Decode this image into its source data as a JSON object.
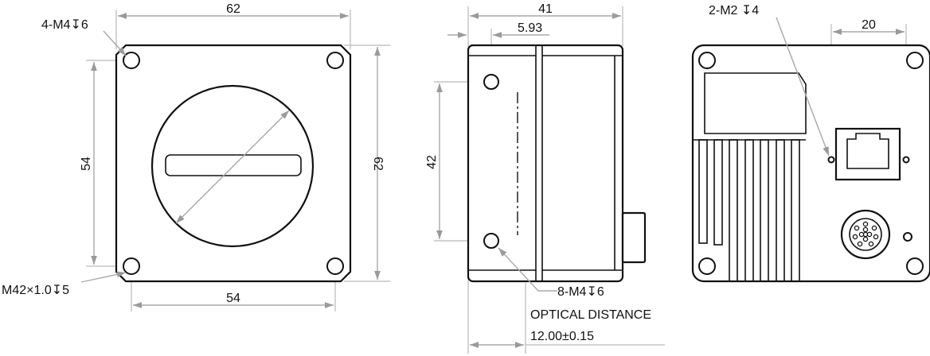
{
  "front_view": {
    "width_top": "62",
    "height_left": "54",
    "height_right": "62",
    "width_bottom": "54",
    "mount_holes_note": "4-M4↧6",
    "lens_mount_note": "M42×1.0↧5"
  },
  "side_view": {
    "depth": "41",
    "offset": "5.93",
    "hole_spacing": "42",
    "side_holes_note": "8-M4↧6",
    "optical_label": "OPTICAL DISTANCE",
    "optical_value": "12.00±0.15"
  },
  "rear_view": {
    "screw_note": "2-M2 ↧4",
    "port_spacing": "20"
  }
}
